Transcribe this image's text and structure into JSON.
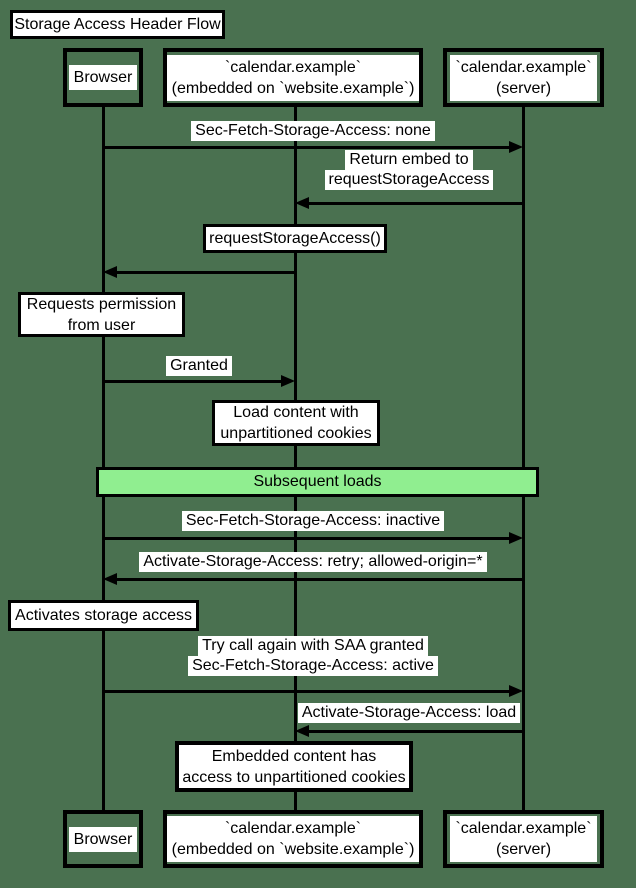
{
  "diagram": {
    "title": "Storage Access Header Flow",
    "type": "sequence-diagram",
    "colors": {
      "background": "#4a7150",
      "stroke": "#000000",
      "label_background": "#ffffff",
      "divider_fill": "#90ee90"
    }
  },
  "participants": [
    {
      "id": "browser",
      "label": "Browser"
    },
    {
      "id": "embed",
      "line1": "`calendar.example`",
      "line2": "(embedded on `website.example`)"
    },
    {
      "id": "server",
      "line1": "`calendar.example`",
      "line2": "(server)"
    }
  ],
  "messages": [
    {
      "from": "browser",
      "to": "server",
      "label": "Sec-Fetch-Storage-Access: none"
    },
    {
      "from": "server",
      "to": "embed",
      "line1": "Return embed to",
      "line2": "requestStorageAccess"
    },
    {
      "from": "embed",
      "to": "browser",
      "label": "requestStorageAccess()"
    },
    {
      "from": "browser",
      "to": "embed",
      "label": "Granted"
    },
    {
      "from": "browser",
      "to": "server",
      "label": "Sec-Fetch-Storage-Access: inactive"
    },
    {
      "from": "server",
      "to": "browser",
      "label": "Activate-Storage-Access: retry; allowed-origin=*"
    },
    {
      "from": "browser",
      "to": "server",
      "line1": "Try call again with SAA granted",
      "line2": "Sec-Fetch-Storage-Access: active"
    },
    {
      "from": "server",
      "to": "embed",
      "label": "Activate-Storage-Access: load"
    }
  ],
  "notes": [
    {
      "over": "browser",
      "line1": "Requests permission",
      "line2": "from user"
    },
    {
      "over": "embed",
      "line1": "Load content with",
      "line2": "unpartitioned cookies"
    },
    {
      "over": "browser",
      "label": "Activates storage access"
    },
    {
      "over": "embed",
      "line1": "Embedded content has",
      "line2": "access to unpartitioned cookies"
    }
  ],
  "divider": {
    "label": "Subsequent loads"
  }
}
